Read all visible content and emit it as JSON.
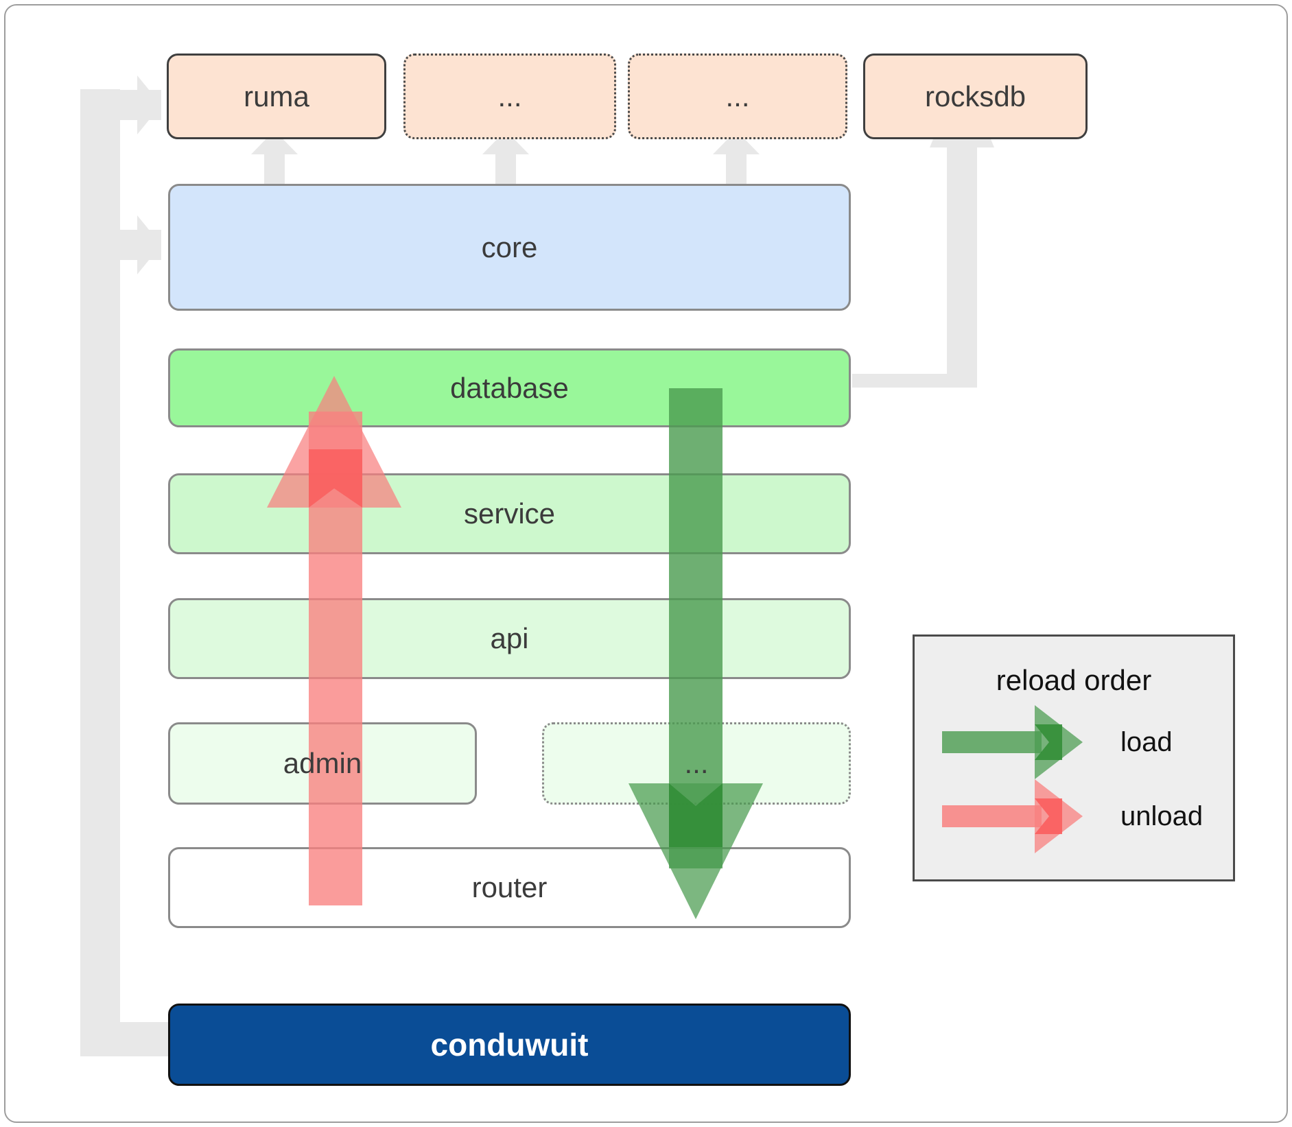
{
  "diagram": {
    "title": "conduwuit crate / reload order architecture",
    "dependencies": [
      {
        "label": "ruma",
        "style": "solid"
      },
      {
        "label": "...",
        "style": "dotted"
      },
      {
        "label": "...",
        "style": "dotted"
      },
      {
        "label": "rocksdb",
        "style": "solid"
      }
    ],
    "layers": [
      {
        "label": "core",
        "tone": "core",
        "style": "solid"
      },
      {
        "label": "database",
        "tone": "g1",
        "style": "solid"
      },
      {
        "label": "service",
        "tone": "g2",
        "style": "solid"
      },
      {
        "label": "api",
        "tone": "g3",
        "style": "solid"
      },
      {
        "label": "admin",
        "tone": "g4",
        "style": "solid"
      },
      {
        "label": "...",
        "tone": "g4",
        "style": "dotted"
      },
      {
        "label": "router",
        "tone": "plain",
        "style": "solid"
      }
    ],
    "app": {
      "label": "conduwuit"
    },
    "legend": {
      "title": "reload order",
      "items": [
        {
          "label": "load",
          "color": "#4a9b4f"
        },
        {
          "label": "unload",
          "color": "#f8807f"
        }
      ]
    },
    "colors": {
      "dependency_fill": "#fde3d2",
      "core_fill": "#d3e5fb",
      "database_fill": "#99f79a",
      "service_fill": "#cdf8cd",
      "api_fill": "#defade",
      "admin_fill": "#edfded",
      "router_fill": "#ffffff",
      "app_fill": "#0a4d96",
      "app_text": "#ffffff",
      "wire": "#e8e8e8",
      "load_arrow": "#4a9b4f",
      "unload_arrow": "#f8807f",
      "legend_bg": "#eeeeee",
      "border": "#8a8a8a",
      "text": "#3b3b3b"
    }
  }
}
